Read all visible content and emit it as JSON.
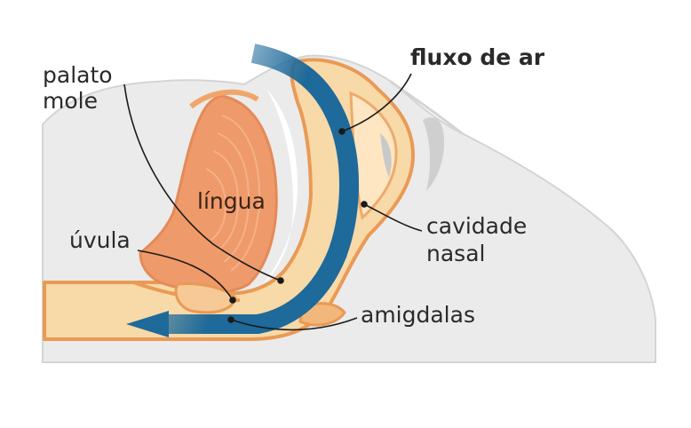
{
  "labels": {
    "palato_mole_1": "palato",
    "palato_mole_2": "mole",
    "lingua": "língua",
    "uvula": "úvula",
    "fluxo_de_ar": "fluxo de ar",
    "cavidade_nasal_1": "cavidade",
    "cavidade_nasal_2": "nasal",
    "amigdalas": "amigdalas"
  },
  "colors": {
    "head": "#ebebeb",
    "head_outline": "#d4d4d4",
    "tissue_light": "#f8d9a8",
    "tissue_mid": "#f2b77a",
    "tissue_outline": "#e99a55",
    "tongue": "#ef9a6a",
    "airflow": "#1e6a9a",
    "leader": "#1a1a1a"
  }
}
